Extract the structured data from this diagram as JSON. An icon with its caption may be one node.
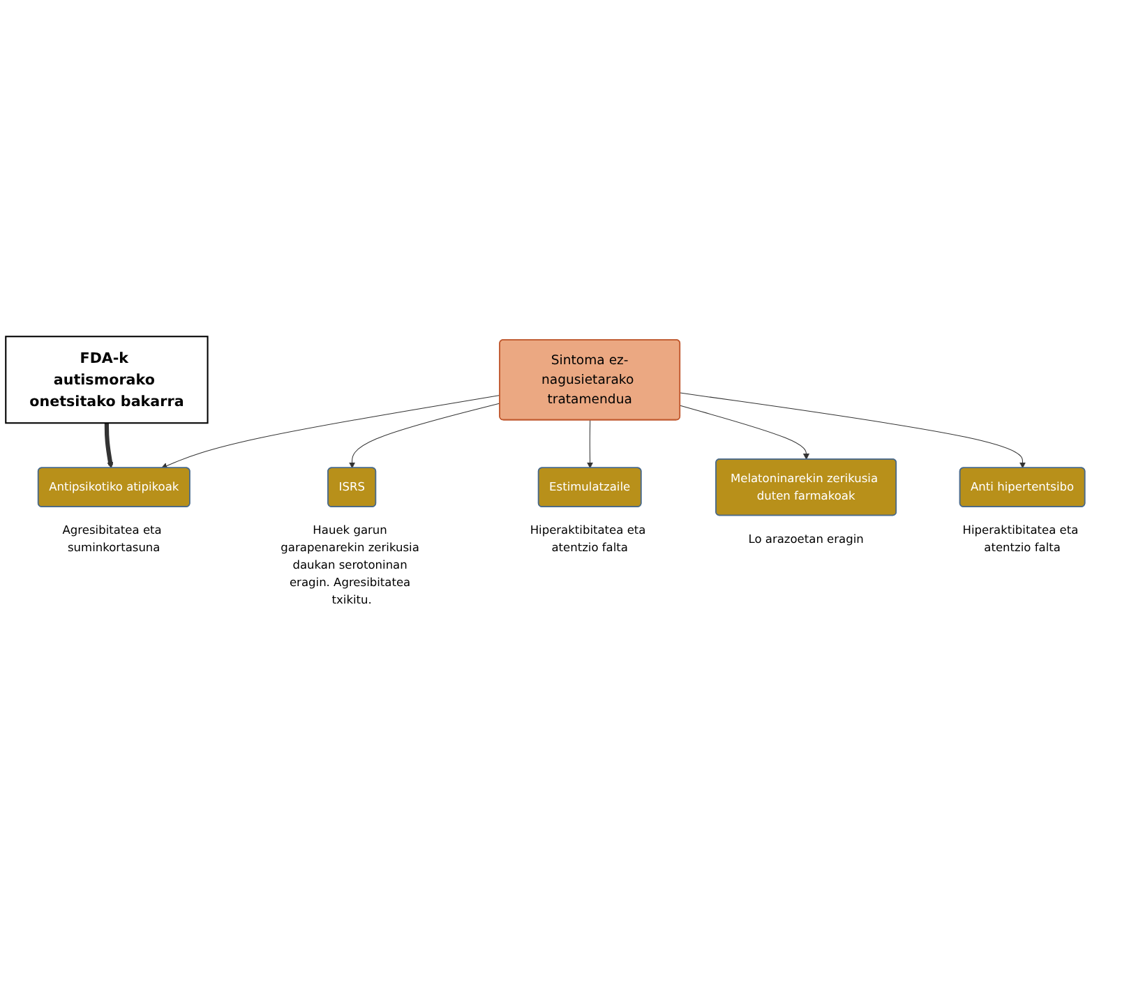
{
  "diagram": {
    "nodes": [
      {
        "text": [
          "FDA-k autismorako onetsitako bakarra"
        ]
      },
      {
        "text": [
          "Antipsikotiko atipikoak"
        ],
        "beside": [
          "Agresibitatea eta suminkortasuna"
        ]
      },
      {
        "text": [
          "ISRS"
        ],
        "beside": [
          "Hauek garun garapenarekin zerikusia daukan serotoninan eragin. Agresibitatea txikitu."
        ]
      },
      {
        "text": [
          "Estimulatzaile"
        ],
        "beside": [
          "Hiperaktibitatea eta atentzio falta"
        ]
      },
      {
        "text": [
          "Sintoma ez-nagusietarako tratamendua"
        ]
      },
      {
        "text": [
          "Melatoninarekin zerikusia duten farmakoak"
        ],
        "beside": [
          "Lo arazoetan eragin"
        ]
      },
      {
        "text": [
          "Anti hipertentsibo"
        ],
        "beside": [
          "Hiperaktibitatea eta atentzio falta"
        ]
      }
    ],
    "edges": [
      {
        "from": 0,
        "to": 1,
        "arrow": "to",
        "style": "thick"
      },
      {
        "from": 4,
        "to": 1,
        "arrow": "to"
      },
      {
        "from": 4,
        "to": 2,
        "arrow": "to"
      },
      {
        "from": 4,
        "to": 3,
        "arrow": "to"
      },
      {
        "from": 4,
        "to": 5,
        "arrow": "to"
      },
      {
        "from": 4,
        "to": 6,
        "arrow": "to"
      }
    ]
  }
}
